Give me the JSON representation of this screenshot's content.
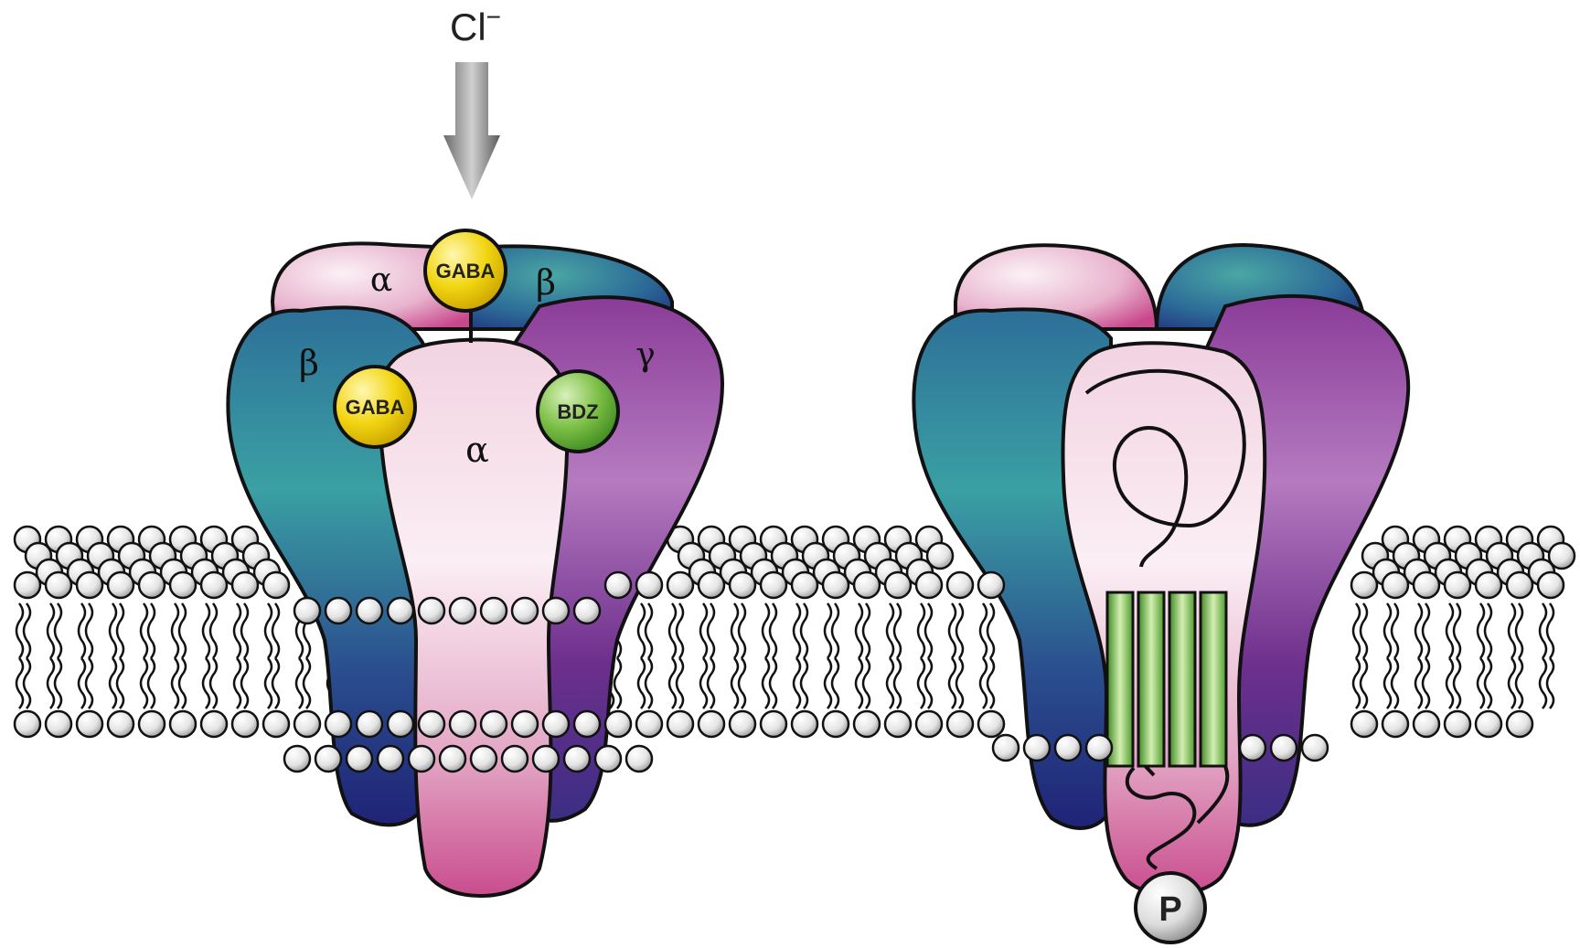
{
  "ion_label": "Cl",
  "ion_charge": "−",
  "receptor_left": {
    "subunits": [
      {
        "label": "α",
        "color": "#d9669f"
      },
      {
        "label": "β",
        "color": "#2d6f9a"
      },
      {
        "label": "β",
        "color": "#2e7e9a"
      },
      {
        "label": "γ",
        "color": "#8e3d9b"
      },
      {
        "label": "α",
        "color": "#e9a9c9"
      }
    ],
    "binding_sites": [
      {
        "label": "GABA",
        "color": "#f2d511"
      },
      {
        "label": "GABA",
        "color": "#f2d511"
      },
      {
        "label": "BDZ",
        "color": "#6fb23a"
      }
    ]
  },
  "receptor_right": {
    "phospho_label": "P",
    "helix_color": "#6dac3c"
  },
  "colors": {
    "membrane_head": "#f0f0f0",
    "alpha_pink": "#d05a96",
    "beta_teal": "#2c8396",
    "beta_blue": "#28307f",
    "gamma_purple": "#7b3a93",
    "gaba_yellow": "#f2d511",
    "bdz_green": "#6fb23a"
  }
}
